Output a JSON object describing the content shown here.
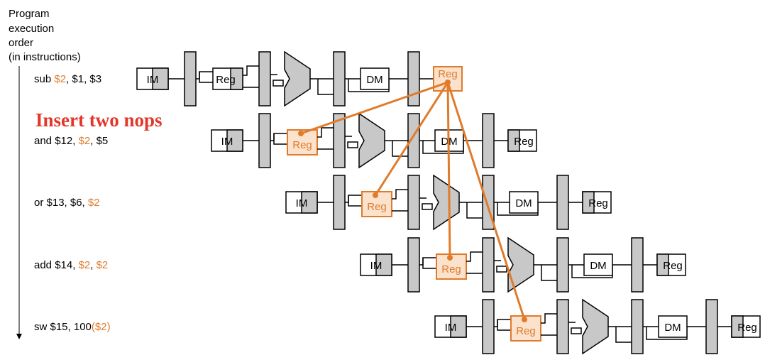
{
  "axis_label": [
    "Program",
    "execution",
    "order",
    "(in instructions)"
  ],
  "note": "Insert two nops",
  "colors": {
    "hazard": "#e07b2b",
    "note": "#e2372b",
    "latch": "#c8c8c8",
    "reg_fill": "#fbe2cc"
  },
  "unit_labels": {
    "im": "IM",
    "reg": "Reg",
    "dm": "DM"
  },
  "instructions": [
    {
      "parts": [
        {
          "text": "sub "
        },
        {
          "text": "$2",
          "hl": true
        },
        {
          "text": ", $1, $3"
        }
      ]
    },
    {
      "parts": [
        {
          "text": "and $12, "
        },
        {
          "text": "$2",
          "hl": true
        },
        {
          "text": ", $5"
        }
      ]
    },
    {
      "parts": [
        {
          "text": "or $13, $6, "
        },
        {
          "text": "$2",
          "hl": true
        }
      ]
    },
    {
      "parts": [
        {
          "text": "add $14, "
        },
        {
          "text": "$2",
          "hl": true
        },
        {
          "text": ", "
        },
        {
          "text": "$2",
          "hl": true
        }
      ]
    },
    {
      "parts": [
        {
          "text": "sw $15, 100"
        },
        {
          "text": "($2)",
          "hl": true
        }
      ]
    }
  ]
}
